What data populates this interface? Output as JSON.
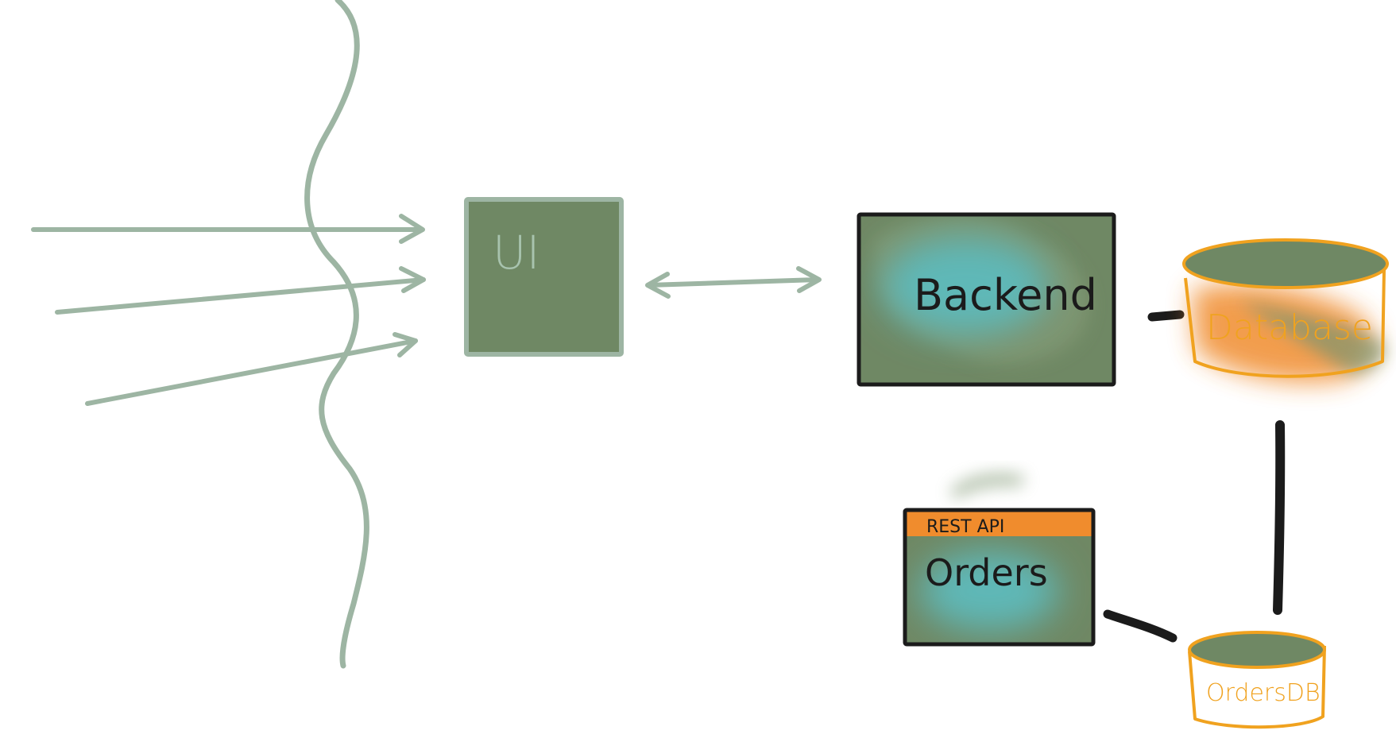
{
  "diagram": {
    "nodes": {
      "ui": {
        "label": "UI"
      },
      "backend": {
        "label": "Backend"
      },
      "database": {
        "label": "Database"
      },
      "orders": {
        "label": "Orders",
        "tag": "REST API"
      },
      "orders_db": {
        "label": "OrdersDB"
      }
    },
    "edges": [
      {
        "from": "incoming",
        "to": "ui",
        "style": "arrow"
      },
      {
        "from": "incoming",
        "to": "ui",
        "style": "arrow"
      },
      {
        "from": "incoming",
        "to": "ui",
        "style": "arrow"
      },
      {
        "from": "ui",
        "to": "backend",
        "style": "double-arrow"
      },
      {
        "from": "backend",
        "to": "database",
        "style": "line"
      },
      {
        "from": "database",
        "to": "orders_db",
        "style": "line"
      },
      {
        "from": "orders",
        "to": "orders_db",
        "style": "line"
      }
    ],
    "colors": {
      "sage": "#9db5a3",
      "box_fill": "#6f8864",
      "teal_glow": "#5fb8b7",
      "orange": "#f0a21f",
      "orange_glow": "#f08c2d",
      "ink": "#1b1b1b"
    }
  }
}
